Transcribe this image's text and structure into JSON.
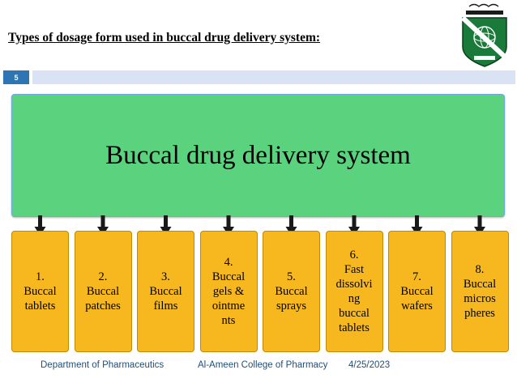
{
  "slide": {
    "title": "Types of dosage form used in buccal drug delivery system:",
    "number": "5"
  },
  "diagram": {
    "root": "Buccal drug delivery system",
    "children": [
      {
        "label": "1.\nBuccal\ntablets"
      },
      {
        "label": "2.\nBuccal\npatches"
      },
      {
        "label": "3.\nBuccal\nfilms"
      },
      {
        "label": "4.\nBuccal\ngels &\nointme\nnts"
      },
      {
        "label": "5.\nBuccal\nsprays"
      },
      {
        "label": "6.\nFast\ndissolvi\nng\nbuccal\ntablets"
      },
      {
        "label": "7.\nBuccal\nwafers"
      },
      {
        "label": "8.\nBuccal\nmicros\npheres"
      }
    ]
  },
  "footer": {
    "department": "Department of Pharmaceutics",
    "college": "Al-Ameen College of Pharmacy",
    "date": "4/25/2023"
  },
  "colors": {
    "root_fill": "#5bd27d",
    "child_fill": "#f7b81f",
    "accent": "#2e75b6",
    "arrow": "#1a1a1a"
  },
  "icons": {
    "logo": "college-crest-logo"
  }
}
